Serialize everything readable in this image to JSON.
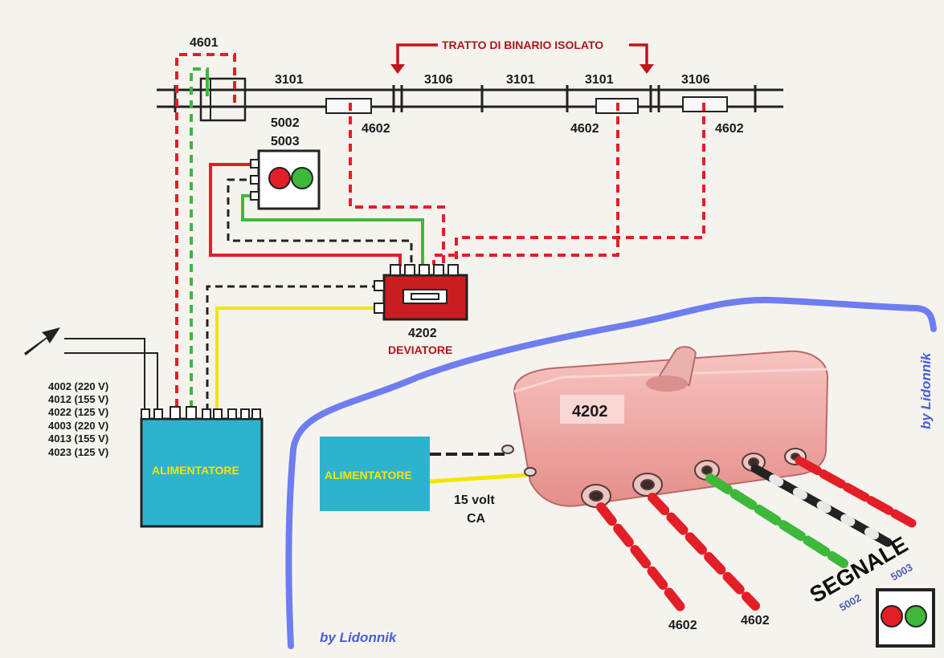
{
  "title_label": "TRATTO DI BINARIO ISOLATO",
  "track_pieces": [
    "3101",
    "3106",
    "3101",
    "3101",
    "3106"
  ],
  "contact_uncoupler": "4601",
  "contact_tracks": [
    "4602",
    "4602",
    "4602"
  ],
  "signal_codes": [
    "5002",
    "5003"
  ],
  "switch_code": "4202",
  "switch_name": "DEVIATORE",
  "power_options": [
    "4002 (220 V)",
    "4012 (155 V)",
    "4022 (125 V)",
    "4003 (220 V)",
    "4013 (155 V)",
    "4023 (125 V)"
  ],
  "power_label": "ALIMENTATORE",
  "photo": {
    "switch_label": "4202",
    "power_label": "ALIMENTATORE",
    "voltage_line1": "15 volt",
    "voltage_line2": "CA",
    "signal_word": "SEGNALE",
    "signal_codes": [
      "5002",
      "5003"
    ],
    "cable_codes": [
      "4602",
      "4602"
    ]
  },
  "signature": "by Lidonnik",
  "colors": {
    "wire_red": "#e41e26",
    "wire_green": "#3db83a",
    "wire_yellow": "#f2e600",
    "wire_black": "#222222",
    "box_cyan": "#2eb3cf",
    "switch_red": "#c81e22",
    "divider_blue": "#6e7df0",
    "photo_pink": "#f1a8a4"
  }
}
